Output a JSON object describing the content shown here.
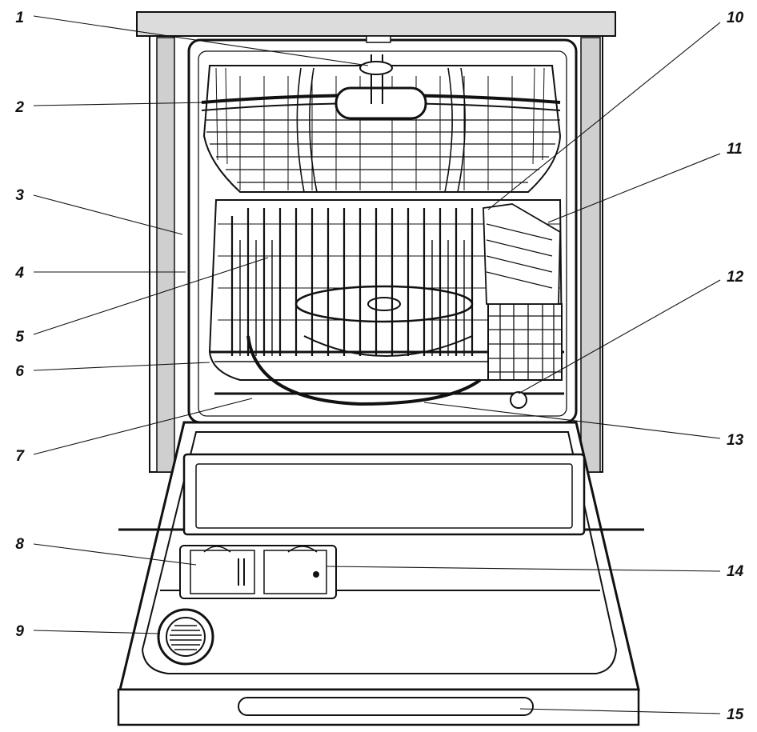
{
  "callouts": [
    {
      "number": "1"
    },
    {
      "number": "2"
    },
    {
      "number": "3"
    },
    {
      "number": "4"
    },
    {
      "number": "5"
    },
    {
      "number": "6"
    },
    {
      "number": "7"
    },
    {
      "number": "8"
    },
    {
      "number": "9"
    },
    {
      "number": "10"
    },
    {
      "number": "11"
    },
    {
      "number": "12"
    },
    {
      "number": "13"
    },
    {
      "number": "14"
    },
    {
      "number": "15"
    }
  ],
  "colors": {
    "ink": "#111111",
    "cabinet_side": "#cfcfcf",
    "countertop": "#dcdcdc",
    "background": "#ffffff"
  }
}
